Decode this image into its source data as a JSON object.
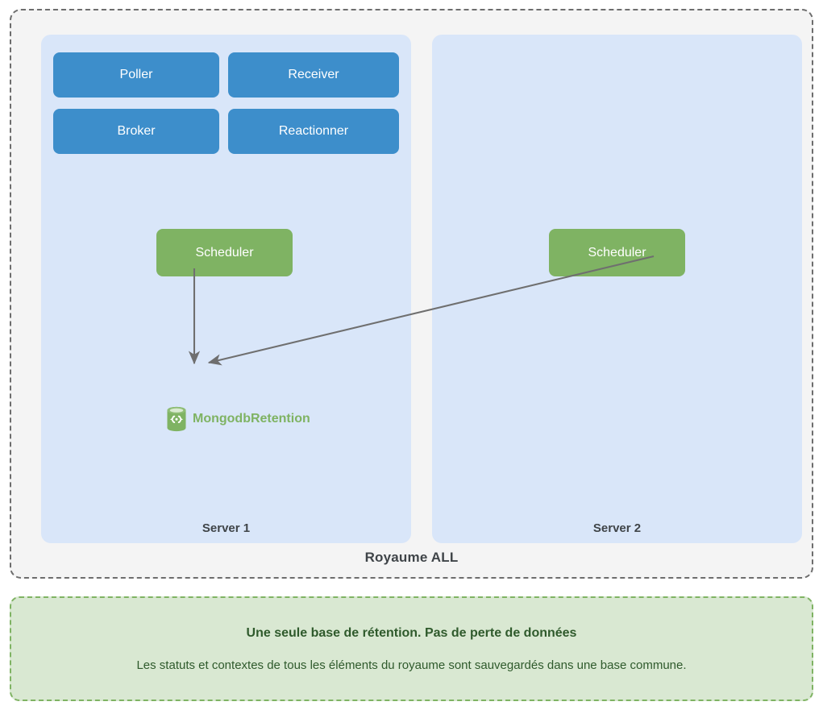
{
  "realm": {
    "label": "Royaume ALL",
    "servers": [
      {
        "id": "server-1",
        "label": "Server 1",
        "nodes": [
          {
            "name": "poller",
            "label": "Poller",
            "color": "#3d8ecb"
          },
          {
            "name": "receiver",
            "label": "Receiver",
            "color": "#3d8ecb"
          },
          {
            "name": "broker",
            "label": "Broker",
            "color": "#3d8ecb"
          },
          {
            "name": "reactionner",
            "label": "Reactionner",
            "color": "#3d8ecb"
          },
          {
            "name": "scheduler",
            "label": "Scheduler",
            "color": "#7fb363"
          }
        ]
      },
      {
        "id": "server-2",
        "label": "Server 2",
        "nodes": [
          {
            "name": "scheduler",
            "label": "Scheduler",
            "color": "#7fb363"
          }
        ]
      }
    ],
    "database": {
      "label": "MongodbRetention",
      "icon": "database-cylinder-icon",
      "color": "#7fb363"
    },
    "edges": [
      {
        "from": "server-1-scheduler",
        "to": "database",
        "style": "arrow"
      },
      {
        "from": "server-2-scheduler",
        "to": "database",
        "style": "arrow"
      }
    ]
  },
  "note": {
    "title": "Une seule base de rétention. Pas de perte de données",
    "body": "Les statuts et contextes de tous les éléments du royaume sont sauvegardés dans une base commune."
  },
  "colors": {
    "blue_node": "#3d8ecb",
    "green_node": "#7fb363",
    "server_panel": "#d9e6f9",
    "realm_background": "#f4f4f4",
    "realm_border": "#6d6d6d",
    "note_background": "#d9e8d2",
    "note_border": "#7fb363",
    "note_text": "#2f5a2c",
    "edge": "#6f6f6f",
    "label_text": "#3f4448"
  }
}
